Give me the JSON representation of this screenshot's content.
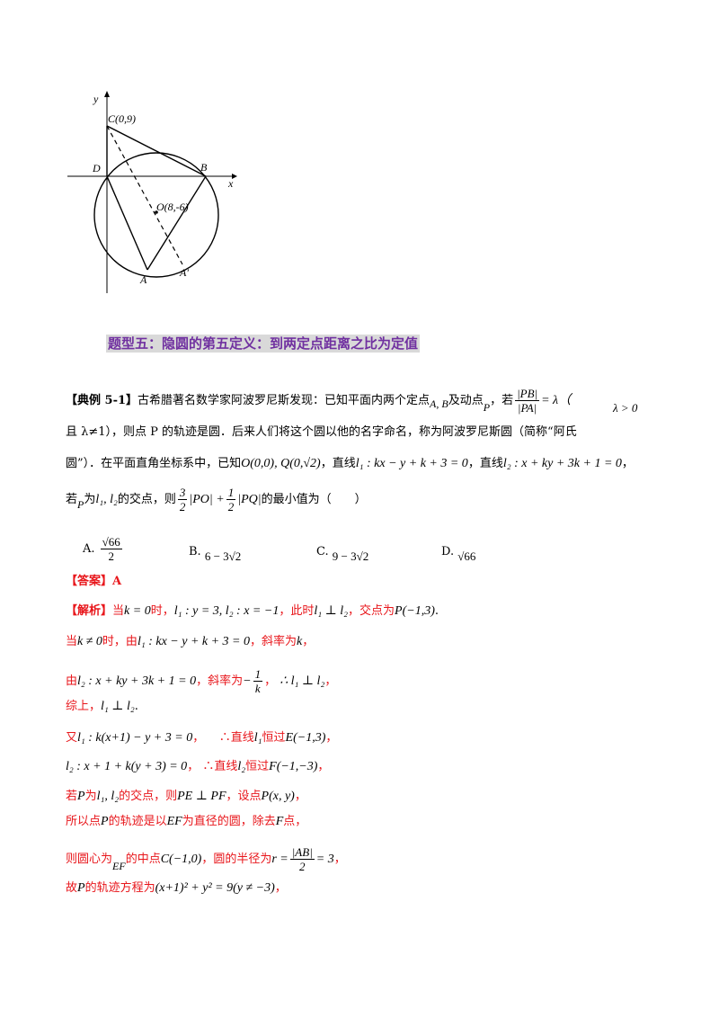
{
  "figure": {
    "labels": {
      "y_axis": "y",
      "x_axis": "x",
      "point_c": "C(0,9)",
      "point_d": "D",
      "point_b": "B",
      "point_o": "O(8,-6)",
      "point_a": "A",
      "point_a_prime": "A′"
    }
  },
  "section": {
    "title": "题型五：隐圆的第五定义：到两定点距离之比为定值"
  },
  "example": {
    "tag": "【典例 5-1】",
    "line1_text": "古希腊著名数学家阿波罗尼斯发现：已知平面内两个定点",
    "line1_ab": "A, B",
    "line1_mid": "及动点",
    "line1_p": "P",
    "line1_if": "，若",
    "ratio_num": "|PB|",
    "ratio_den": "|PA|",
    "ratio_eq": "= λ（",
    "lambda_cond": "λ > 0",
    "line2_text": "且 λ≠1），则点 P 的轨迹是圆．后来人们将这个圆以他的名字命名，称为阿波罗尼斯圆（简称“阿氏",
    "line3_a": "圆”）．在平面直角坐标系中，已知",
    "line3_points": "O(0,0), Q(0,√2)",
    "line3_b": "，直线",
    "line3_l1": "l₁ : kx − y + k + 3 = 0",
    "line3_c": "，直线",
    "line3_l2": "l₂ : x + ky + 3k + 1 = 0",
    "line3_end": "，",
    "line4_a": "若",
    "line4_p": "P",
    "line4_b": "为",
    "line4_l": "l₁, l₂",
    "line4_c": "的交点，则",
    "line4_f1_num": "3",
    "line4_f1_den": "2",
    "line4_po": "|PO| +",
    "line4_f2_num": "1",
    "line4_f2_den": "2",
    "line4_pq": "|PQ|",
    "line4_d": "的最小值为（　　）",
    "options": [
      {
        "label": "A.",
        "value_num": "√66",
        "value_den": "2"
      },
      {
        "label": "B.",
        "value": "6 − 3√2"
      },
      {
        "label": "C.",
        "value": "9 − 3√2"
      },
      {
        "label": "D.",
        "value": "√66"
      }
    ]
  },
  "answer": {
    "tag": "【答案】",
    "value": "A"
  },
  "solution": {
    "tag": "【解析】",
    "s1": [
      "当",
      "k = 0",
      "时，",
      "l₁ : y = 3, l₂ : x = −1",
      "，此时",
      "l₁ ⊥ l₂",
      "，交点为",
      "P(−1,3)",
      "."
    ],
    "s2": [
      "当",
      "k ≠ 0",
      "时，由",
      "l₁ : kx − y + k + 3 = 0",
      "，斜率为",
      "k",
      "，"
    ],
    "s3_pre": "由",
    "s3_eq": "l₂ : x + ky + 3k + 1 = 0",
    "s3_mid": "，斜率为",
    "s3_frac_sign": "−",
    "s3_frac_num": "1",
    "s3_frac_den": "k",
    "s3_end": "，",
    "s3_concl": "∴ l₁ ⊥ l₂",
    "s3_concl_end": "，",
    "s4": [
      "综上，",
      "l₁ ⊥ l₂",
      "."
    ],
    "s5": [
      "又",
      "l₁ : k(x+1) − y + 3 = 0",
      "，",
      "∴直线",
      "l₁",
      "恒过",
      "E(−1,3)",
      "，"
    ],
    "s6": [
      "l₂ : x + 1 + k(y + 3) = 0",
      "，",
      "∴直线",
      "l₂",
      "恒过",
      "F(−1,−3)",
      "，"
    ],
    "s7": [
      "若",
      "P",
      "为",
      "l₁, l₂",
      "的交点，则",
      "PE ⊥ PF",
      "，设点",
      "P(x, y)",
      "，"
    ],
    "s8": [
      "所以点",
      "P",
      "的轨迹是以",
      "EF",
      "为直径的圆，除去",
      "F",
      "点，"
    ],
    "s9_a": "则圆心为",
    "s9_ef": "EF",
    "s9_b": "的中点",
    "s9_c": "C(−1,0)",
    "s9_d": "，圆的半径为",
    "s9_r": "r =",
    "s9_num": "|AB|",
    "s9_den": "2",
    "s9_eq": "= 3",
    "s9_end": "，",
    "s10": [
      "故",
      "P",
      "的轨迹方程为",
      "(x+1)² + y² = 9(y ≠ −3)",
      "，"
    ]
  }
}
